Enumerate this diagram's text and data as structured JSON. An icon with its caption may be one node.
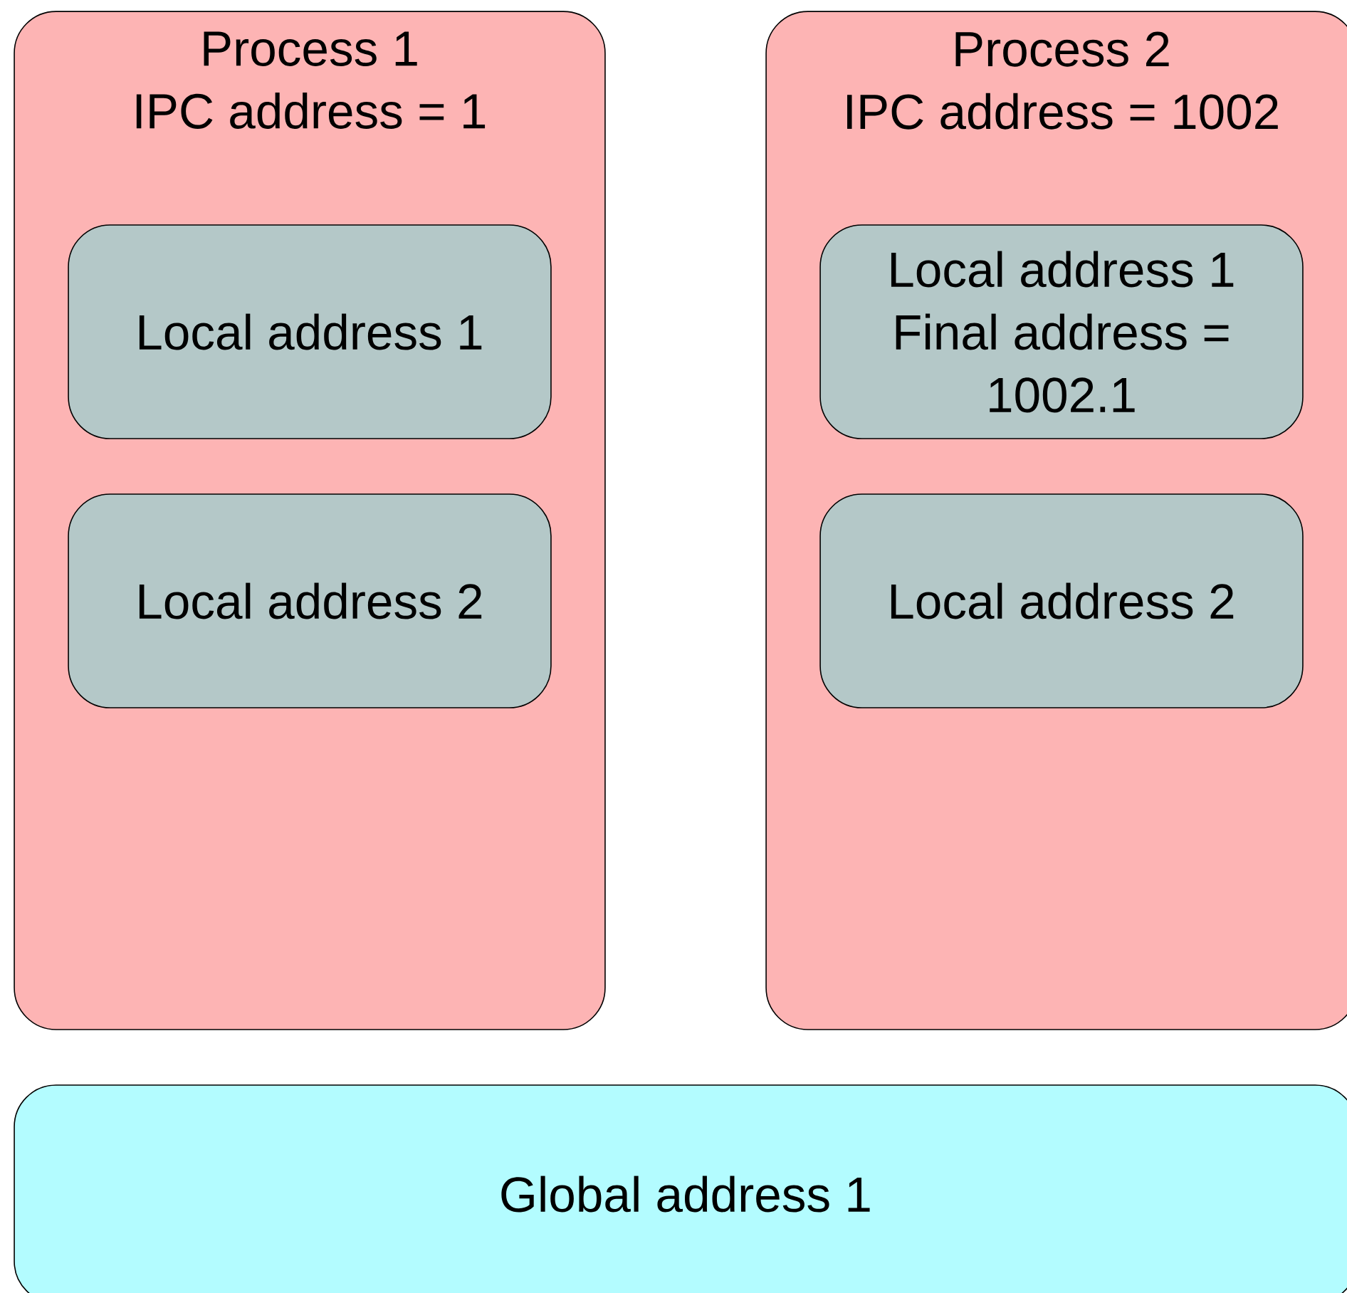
{
  "diagram": {
    "nodes": [
      {
        "text": [
          "Process 1",
          "IPC address = 1"
        ]
      },
      {
        "text": [
          "Local address 1"
        ],
        "in": 0
      },
      {
        "text": [
          "Local address 2"
        ],
        "in": 0
      },
      {
        "text": [
          "Process 2",
          "IPC address = 1002"
        ]
      },
      {
        "text": [
          "Local address 1",
          "Final address = 1002.1"
        ],
        "in": 3
      },
      {
        "text": [
          "Local address 2"
        ],
        "in": 3
      },
      {
        "text": [
          "Global address 1"
        ]
      }
    ]
  }
}
